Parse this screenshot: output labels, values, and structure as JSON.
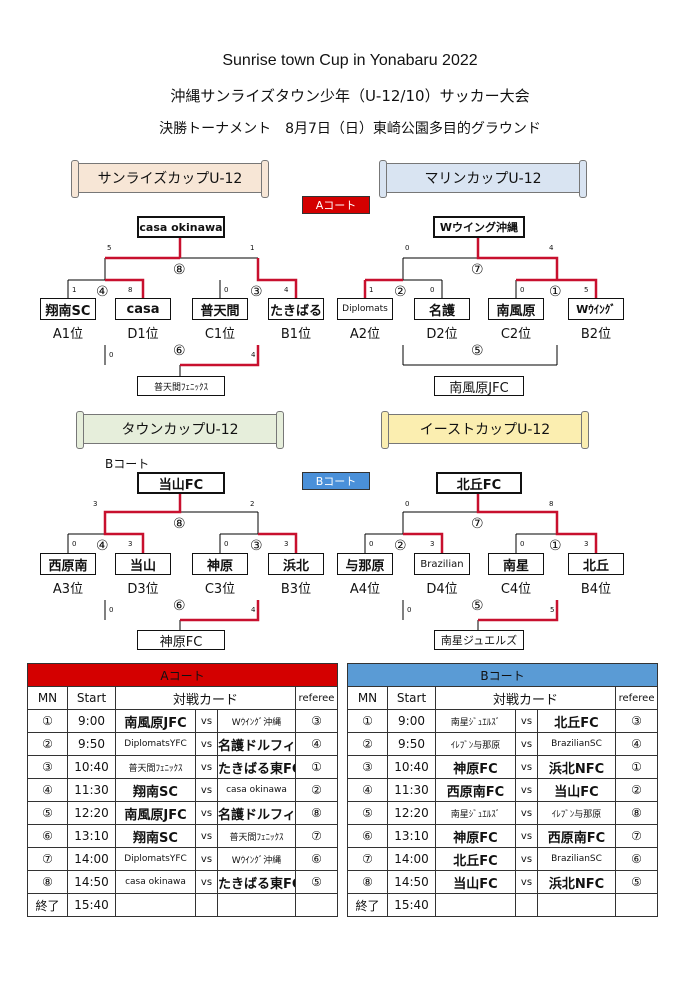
{
  "header": {
    "line1": "Sunrise town Cup in Yonabaru 2022",
    "line2": "沖縄サンライズタウン少年（U-12/10）サッカー大会",
    "line3": "決勝トーナメント　8月7日（日）東崎公園多目的グラウンド"
  },
  "cups": {
    "sunrise": "サンライズカップU-12",
    "marine": "マリンカップU-12",
    "town": "タウンカップU-12",
    "east": "イーストカップU-12"
  },
  "courts": {
    "a": "Aコート",
    "b": "Bコート",
    "b_note": "Bコート"
  },
  "colors": {
    "court_a": "#d40000",
    "court_b": "#4a90d9",
    "bracket_red": "#c8102e",
    "sunrise_scroll": "#f7e6d6",
    "marine_scroll": "#d9e4f2",
    "town_scroll": "#e6eedb",
    "east_scroll": "#fbeeb0"
  },
  "brackets": {
    "sunrise": {
      "winner": "casa okinawa",
      "final_match": "⑧",
      "final_scores": [
        "5",
        "1"
      ],
      "semis": [
        {
          "match": "④",
          "scores": [
            "1",
            "8"
          ],
          "teams": [
            {
              "name": "翔南SC",
              "rank": "A1位"
            },
            {
              "name": "casa",
              "rank": "D1位"
            }
          ]
        },
        {
          "match": "③",
          "scores": [
            "0",
            "4"
          ],
          "teams": [
            {
              "name": "普天間",
              "rank": "C1位"
            },
            {
              "name": "たきばる",
              "rank": "B1位"
            }
          ]
        }
      ],
      "third_match": "⑥",
      "third_scores": [
        "0",
        "4"
      ],
      "third_winner": "普天間ﾌｪﾆｯｸｽ"
    },
    "marine": {
      "winner": "Wウイング沖縄",
      "final_match": "⑦",
      "final_scores": [
        "0",
        "4"
      ],
      "semis": [
        {
          "match": "②",
          "scores": [
            "1",
            "0"
          ],
          "teams": [
            {
              "name": "Diplomats",
              "rank": "A2位"
            },
            {
              "name": "名護",
              "rank": "D2位"
            }
          ]
        },
        {
          "match": "①",
          "scores": [
            "0",
            "5"
          ],
          "teams": [
            {
              "name": "南風原",
              "rank": "C2位"
            },
            {
              "name": "Wｳｲﾝｸﾞ",
              "rank": "B2位"
            }
          ]
        }
      ],
      "third_match": "⑤",
      "third_winner": "南風原JFC"
    },
    "town": {
      "winner": "当山FC",
      "final_match": "⑧",
      "final_scores": [
        "3",
        "2"
      ],
      "semis": [
        {
          "match": "④",
          "scores": [
            "0",
            "3"
          ],
          "teams": [
            {
              "name": "西原南",
              "rank": "A3位"
            },
            {
              "name": "当山",
              "rank": "D3位"
            }
          ]
        },
        {
          "match": "③",
          "scores": [
            "0",
            "3"
          ],
          "teams": [
            {
              "name": "神原",
              "rank": "C3位"
            },
            {
              "name": "浜北",
              "rank": "B3位"
            }
          ]
        }
      ],
      "third_match": "⑥",
      "third_scores": [
        "0",
        "4"
      ],
      "third_winner": "神原FC"
    },
    "east": {
      "winner": "北丘FC",
      "final_match": "⑦",
      "final_scores": [
        "0",
        "8"
      ],
      "semis": [
        {
          "match": "②",
          "scores": [
            "0",
            "3"
          ],
          "teams": [
            {
              "name": "与那原",
              "rank": "A4位"
            },
            {
              "name": "Brazilian",
              "rank": "D4位"
            }
          ]
        },
        {
          "match": "①",
          "scores": [
            "0",
            "3"
          ],
          "teams": [
            {
              "name": "南星",
              "rank": "C4位"
            },
            {
              "name": "北丘",
              "rank": "B4位"
            }
          ]
        }
      ],
      "third_match": "⑤",
      "third_scores": [
        "0",
        "5"
      ],
      "third_winner": "南星ジュエルズ"
    }
  },
  "tables": {
    "a": {
      "caption": "Aコート",
      "headers": [
        "MN",
        "Start",
        "対戦カード",
        "referee"
      ],
      "rows": [
        [
          "①",
          "9:00",
          "南風原JFC",
          "vs",
          "Wｳｲﾝｸﾞ沖縄",
          "③"
        ],
        [
          "②",
          "9:50",
          "DiplomatsYFC",
          "vs",
          "名護ドルフィン",
          "④"
        ],
        [
          "③",
          "10:40",
          "普天間ﾌｪﾆｯｸｽ",
          "vs",
          "たきばる東FC",
          "①"
        ],
        [
          "④",
          "11:30",
          "翔南SC",
          "vs",
          "casa okinawa",
          "②"
        ],
        [
          "⑤",
          "12:20",
          "南風原JFC",
          "vs",
          "名護ドルフィン",
          "⑧"
        ],
        [
          "⑥",
          "13:10",
          "翔南SC",
          "vs",
          "普天間ﾌｪﾆｯｸｽ",
          "⑦"
        ],
        [
          "⑦",
          "14:00",
          "DiplomatsYFC",
          "vs",
          "Wｳｲﾝｸﾞ沖縄",
          "⑥"
        ],
        [
          "⑧",
          "14:50",
          "casa okinawa",
          "vs",
          "たきばる東FC",
          "⑤"
        ],
        [
          "終了",
          "15:40",
          "",
          "",
          "",
          ""
        ]
      ]
    },
    "b": {
      "caption": "Bコート",
      "headers": [
        "MN",
        "Start",
        "対戦カード",
        "referee"
      ],
      "rows": [
        [
          "①",
          "9:00",
          "南星ｼﾞｭｴﾙｽﾞ",
          "vs",
          "北丘FC",
          "③"
        ],
        [
          "②",
          "9:50",
          "ｲﾚﾌﾞﾝ与那原",
          "vs",
          "BrazilianSC",
          "④"
        ],
        [
          "③",
          "10:40",
          "神原FC",
          "vs",
          "浜北NFC",
          "①"
        ],
        [
          "④",
          "11:30",
          "西原南FC",
          "vs",
          "当山FC",
          "②"
        ],
        [
          "⑤",
          "12:20",
          "南星ｼﾞｭｴﾙｽﾞ",
          "vs",
          "ｲﾚﾌﾞﾝ与那原",
          "⑧"
        ],
        [
          "⑥",
          "13:10",
          "神原FC",
          "vs",
          "西原南FC",
          "⑦"
        ],
        [
          "⑦",
          "14:00",
          "北丘FC",
          "vs",
          "BrazilianSC",
          "⑥"
        ],
        [
          "⑧",
          "14:50",
          "当山FC",
          "vs",
          "浜北NFC",
          "⑤"
        ],
        [
          "終了",
          "15:40",
          "",
          "",
          "",
          ""
        ]
      ]
    }
  }
}
